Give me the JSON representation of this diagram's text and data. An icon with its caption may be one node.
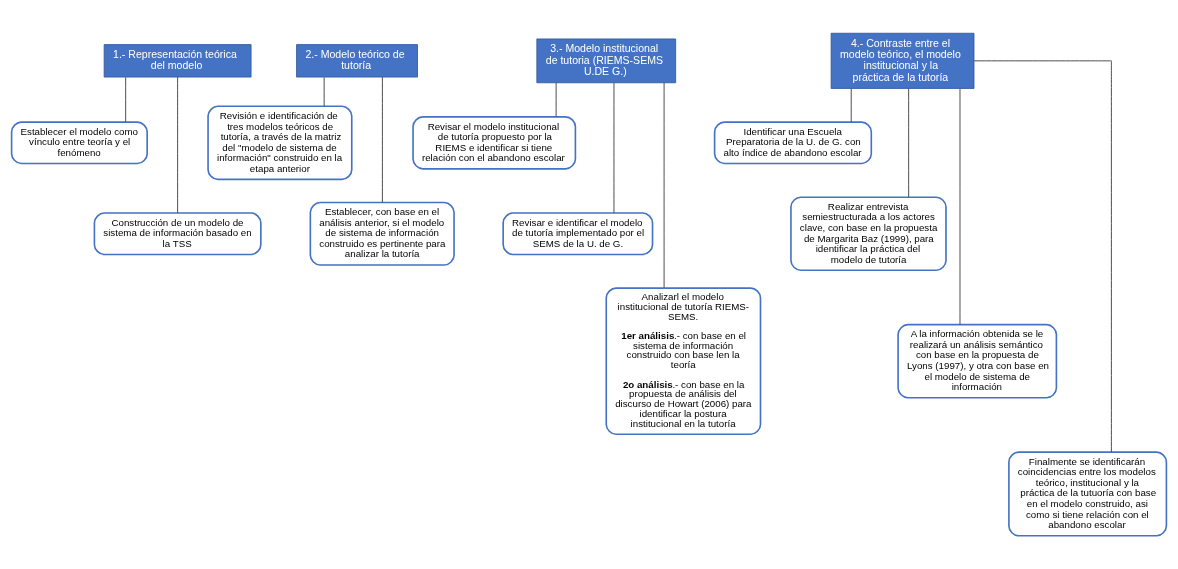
{
  "diagram": {
    "nodes": [
      {
        "text": [
          "1.- Representación teórica del modelo"
        ]
      },
      {
        "text": [
          "Establecer el modelo como vínculo entre teoría y el fenómeno"
        ]
      },
      {
        "text": [
          "Construcción de un modelo de sistema de información basado en la TSS"
        ]
      },
      {
        "text": [
          "2.- Modelo teórico de tutoría"
        ]
      },
      {
        "text": [
          "Revisión e identificación de tres modelos teóricos de tutoría, a través de la matriz del \"modelo de sistema de información\" construido en la etapa anterior"
        ]
      },
      {
        "text": [
          "Establecer, con base en el análisis anterior, si el modelo de sistema de información construido es pertinente para analizar la tutoría"
        ]
      },
      {
        "text": [
          "3.- Modelo institucional de tutoria (RIEMS-SEMS U.DE G.)"
        ]
      },
      {
        "text": [
          "Revisar el modelo institucional de tutoría propuesto por la RIEMS e identificar si tiene relación con el abandono escolar"
        ]
      },
      {
        "text": [
          "Revisar e identificar el modelo de tutoría implementado por el SEMS de la U. de G."
        ]
      },
      {
        "text": [
          "Analizarl el modelo institucional de tutoría RIEMS-SEMS.",
          "**1er análisis**.- con base en el sistema de información construido con base len la teoría",
          "**2o análisis**.- con base en la propuesta de análisis del discurso de Howart (2006) para identificar la postura institucional en la tutoría"
        ]
      },
      {
        "text": [
          "4.- Contraste entre el modelo teórico, el modelo institucional y la práctica de la tutoría"
        ]
      },
      {
        "text": [
          "Identificar una Escuela Preparatoria de la U. de G. con alto índice de abandono escolar"
        ]
      },
      {
        "text": [
          "Realizar entrevista semiestructurada a los actores clave, con base en la propuesta de Margarita Baz (1999), para identificar la práctica del modelo de tutoría"
        ]
      },
      {
        "text": [
          "A la información obtenida se le realizará un análisis semántico con base en la propuesta de Lyons (1997), y otra con base en el modelo de sistema de información"
        ]
      },
      {
        "text": [
          "Finalmente se identificarán coincidencias entre los modelos teórico, institucional y la práctica de la tutuoría con base en el modelo construido, asi como si tiene relación con el abandono escolar"
        ]
      }
    ],
    "edges": [
      {
        "from": 0,
        "to": 1,
        "arrow": "none"
      },
      {
        "from": 0,
        "to": 2,
        "arrow": "none"
      },
      {
        "from": 3,
        "to": 4,
        "arrow": "none"
      },
      {
        "from": 3,
        "to": 5,
        "arrow": "none"
      },
      {
        "from": 6,
        "to": 7,
        "arrow": "none"
      },
      {
        "from": 6,
        "to": 8,
        "arrow": "none"
      },
      {
        "from": 6,
        "to": 9,
        "arrow": "none"
      },
      {
        "from": 10,
        "to": 11,
        "arrow": "none"
      },
      {
        "from": 10,
        "to": 12,
        "arrow": "none"
      },
      {
        "from": 10,
        "to": 13,
        "arrow": "none"
      },
      {
        "from": 10,
        "to": 14,
        "arrow": "none"
      }
    ]
  }
}
